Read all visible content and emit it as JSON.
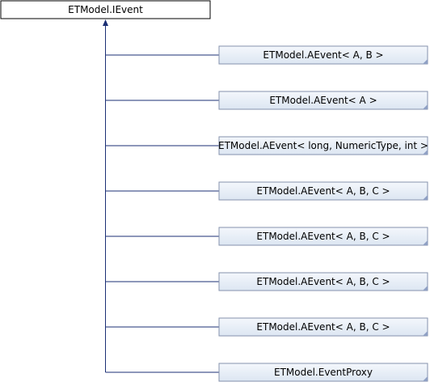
{
  "diagram": {
    "base_class": {
      "label": "ETModel.IEvent"
    },
    "derived_classes": [
      {
        "label": "ETModel.AEvent< A, B >"
      },
      {
        "label": "ETModel.AEvent< A >"
      },
      {
        "label": "ETModel.AEvent< long, NumericType, int >"
      },
      {
        "label": "ETModel.AEvent< A, B, C >"
      },
      {
        "label": "ETModel.AEvent< A, B, C >"
      },
      {
        "label": "ETModel.AEvent< A, B, C >"
      },
      {
        "label": "ETModel.AEvent< A, B, C >"
      },
      {
        "label": "ETModel.EventProxy"
      }
    ],
    "colors": {
      "base_fill": "#ffffff",
      "derived_fill_top": "#f4f7fc",
      "derived_fill_bottom": "#dce6f2",
      "node_border": "#8592ad",
      "base_border": "#000000",
      "edge": "#1b2f74",
      "corner_fold": "#8fa0c4"
    }
  }
}
